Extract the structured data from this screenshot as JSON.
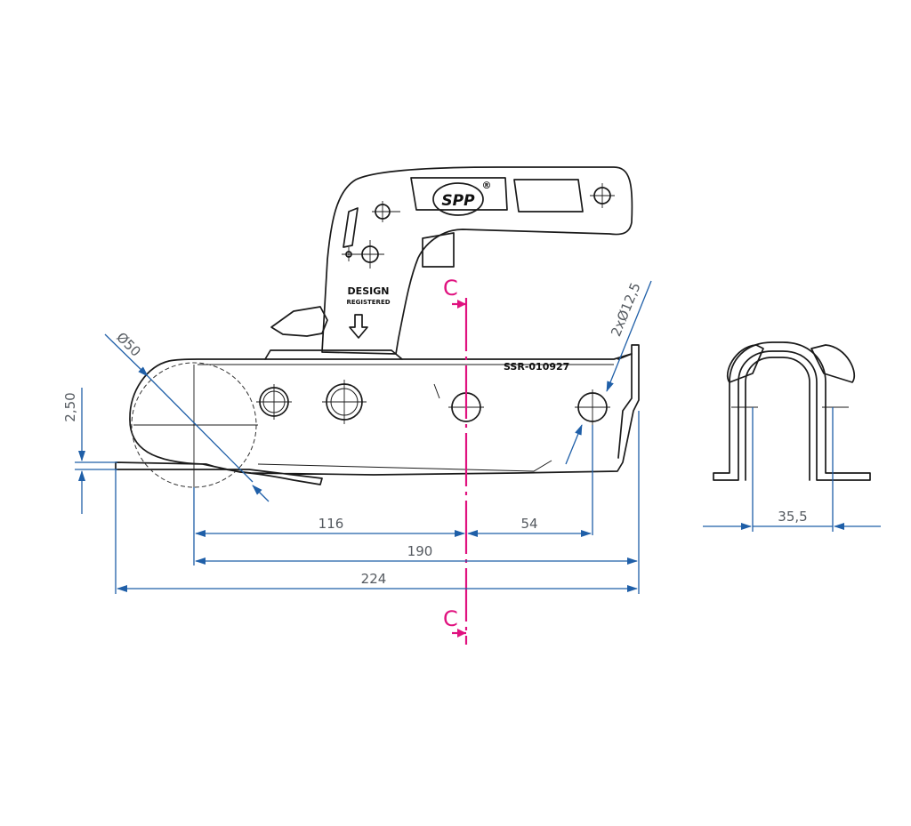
{
  "drawing": {
    "section_mark_top": "C",
    "section_mark_bottom": "C",
    "markings": {
      "logo": "SPP",
      "registered": "®",
      "design_line1": "DESIGN",
      "design_line2": "REGISTERED",
      "serial": "SSR-010927"
    },
    "dimensions": {
      "ball_diameter": "Ø50",
      "holes": "2xØ12,5",
      "offset": "2,50",
      "d116": "116",
      "d54": "54",
      "d190": "190",
      "d224": "224",
      "d35": "35,5"
    }
  }
}
